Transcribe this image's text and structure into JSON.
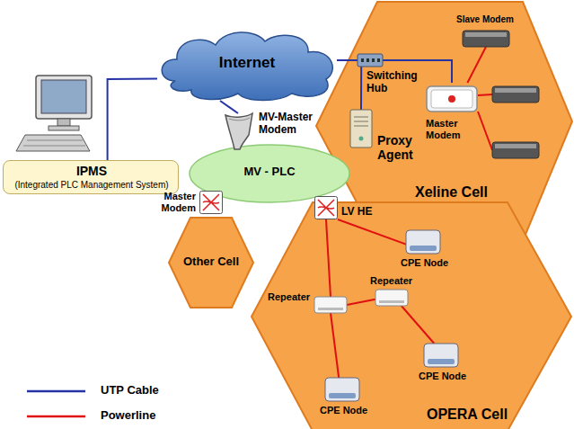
{
  "diagram": {
    "nodes": [
      {
        "text": [
          "IPMS",
          "(Integrated PLC Management System)"
        ]
      },
      {
        "text": [
          "Internet"
        ]
      },
      {
        "text": [
          "Xeline Cell"
        ]
      },
      {
        "text": [
          "Slave Modem"
        ],
        "in": 2
      },
      {
        "text": [
          "Master Modem"
        ],
        "in": 2
      },
      {
        "text": [
          "Switching Hub"
        ],
        "in": 2
      },
      {
        "text": [
          "Proxy Agent"
        ],
        "in": 2
      },
      {
        "text": [
          "MV-Master Modem"
        ]
      },
      {
        "text": [
          "MV - PLC"
        ]
      },
      {
        "text": [
          "Other Cell"
        ]
      },
      {
        "text": [
          "Master Modem"
        ]
      },
      {
        "text": [
          "OPERA Cell"
        ]
      },
      {
        "text": [
          "LV HE"
        ],
        "in": 11
      },
      {
        "text": [
          "CPE Node"
        ],
        "in": 11
      },
      {
        "text": [
          "Repeater"
        ],
        "in": 11
      },
      {
        "text": [
          "Repeater"
        ],
        "in": 11
      },
      {
        "text": [
          "CPE Node"
        ],
        "in": 11
      },
      {
        "text": [
          "CPE Node"
        ],
        "in": 11
      }
    ],
    "edges": [
      {
        "from": 0,
        "to": 1,
        "arrow": "none"
      },
      {
        "from": 1,
        "to": 5,
        "arrow": "none"
      },
      {
        "from": 1,
        "to": 7,
        "arrow": "none"
      },
      {
        "from": 5,
        "to": 4,
        "arrow": "none"
      },
      {
        "from": 5,
        "to": 6,
        "arrow": "none"
      },
      {
        "from": 4,
        "to": 3,
        "arrow": "none"
      },
      {
        "from": 12,
        "to": 13,
        "arrow": "none"
      },
      {
        "from": 12,
        "to": 14,
        "arrow": "none"
      },
      {
        "from": 14,
        "to": 15,
        "arrow": "none"
      },
      {
        "from": 15,
        "to": 16,
        "arrow": "none"
      },
      {
        "from": 14,
        "to": 17,
        "arrow": "none"
      }
    ],
    "legend": [
      {
        "text": "UTP Cable"
      },
      {
        "text": "Powerline"
      }
    ]
  }
}
